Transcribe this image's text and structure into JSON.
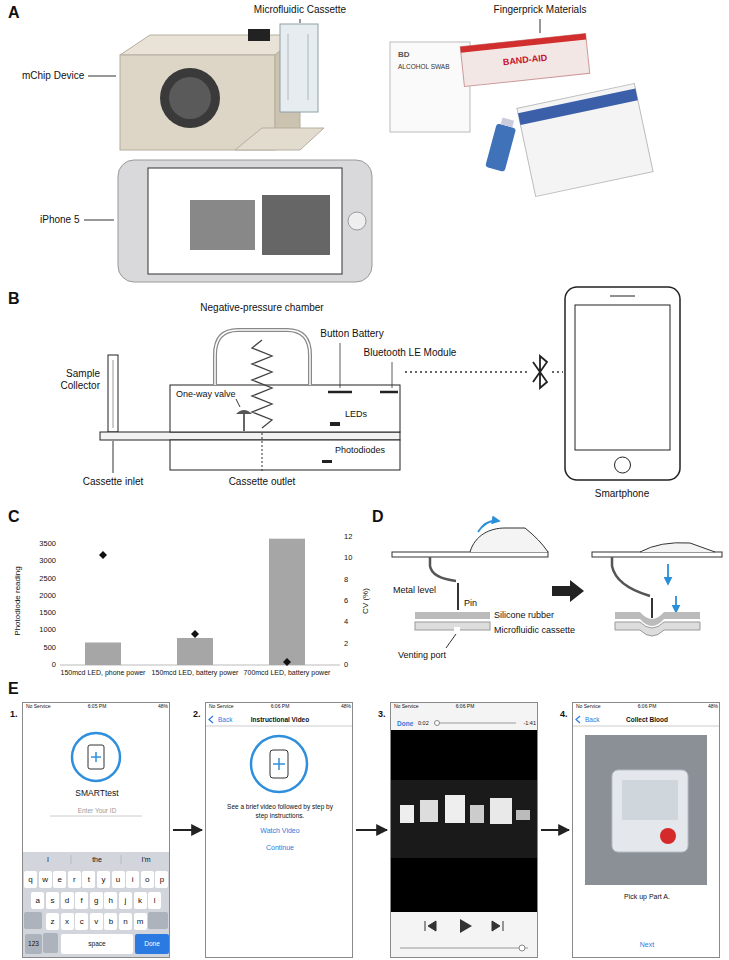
{
  "diagram": {
    "nodes": [
      {
        "text": [
          "1.",
          "No Service",
          "6:05 PM",
          "48%",
          "SMARTtest",
          "Enter Your ID",
          "I",
          "the",
          "I'm",
          "q",
          "w",
          "e",
          "r",
          "t",
          "y",
          "u",
          "i",
          "o",
          "p",
          "a",
          "s",
          "d",
          "f",
          "g",
          "h",
          "j",
          "k",
          "l",
          "z",
          "x",
          "c",
          "v",
          "b",
          "n",
          "m",
          "123",
          "space",
          "Done"
        ]
      },
      {
        "text": [
          "2.",
          "No Service",
          "6:06 PM",
          "48%",
          "Back",
          "Instructional Video",
          "See a brief video followed by step by step instructions.",
          "Watch Video",
          "Continue"
        ]
      },
      {
        "text": [
          "3.",
          "No Service",
          "6:06 PM",
          "Done",
          "0:02",
          "-1:41"
        ]
      },
      {
        "text": [
          "4.",
          "No Service",
          "6:06 PM",
          "48%",
          "Back",
          "Collect Blood",
          "Pick up Part A.",
          "Next"
        ]
      }
    ],
    "edges": [
      {
        "from": 0,
        "to": 1,
        "arrow": "to"
      },
      {
        "from": 1,
        "to": 2,
        "arrow": "to"
      },
      {
        "from": 2,
        "to": 3,
        "arrow": "to"
      }
    ],
    "labels": [
      "A",
      "Microfluidic Cassette",
      "Fingerprick Materials",
      "mChip Device",
      "iPhone 5",
      "BD",
      "ALCOHOL SWAB",
      "BAND-AID",
      "B",
      "Negative-pressure chamber",
      "Button Battery",
      "Bluetooth LE Module",
      "Sample Collector",
      "One-way valve",
      "LEDs",
      "Photodiodes",
      "Cassette inlet",
      "Cassette outlet",
      "Smartphone",
      "C",
      "Photodiode reading",
      "0",
      "500",
      "1000",
      "1500",
      "2000",
      "2500",
      "3000",
      "3500",
      "CV (%)",
      "0",
      "2",
      "4",
      "6",
      "8",
      "10",
      "12",
      "150mcd LED, phone power",
      "150mcd LED, battery power",
      "700mcd LED, battery power",
      "D",
      "Metal level",
      "Pin",
      "Silicone rubber",
      "Microfluidic cassette",
      "Venting port",
      "E"
    ]
  }
}
